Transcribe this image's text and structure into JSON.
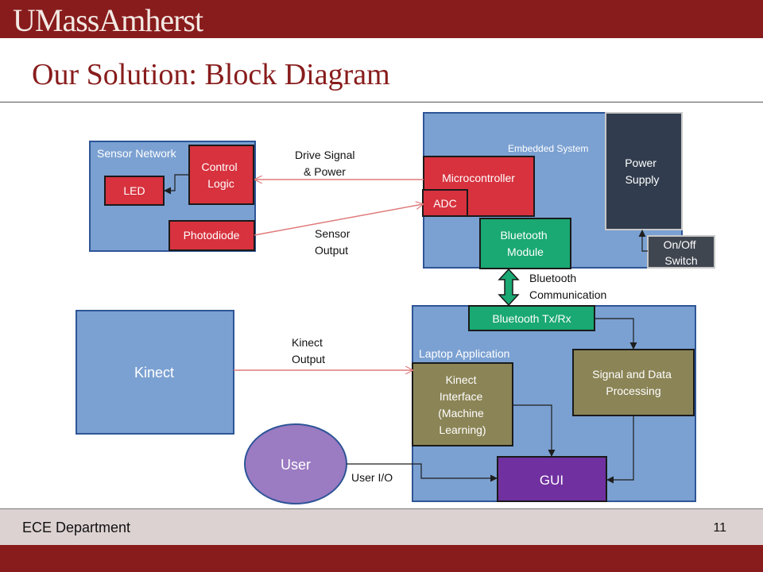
{
  "header": {
    "logo_text": "UMassAmherst",
    "title": "Our Solution: Block Diagram"
  },
  "footer": {
    "department": "ECE Department",
    "page_number": "11"
  },
  "diagram": {
    "groups": {
      "sensor_network": "Sensor Network",
      "embedded_system": "Embedded System",
      "laptop_application": "Laptop Application"
    },
    "blocks": {
      "led": "LED",
      "control_logic": [
        "Control",
        "Logic"
      ],
      "photodiode": "Photodiode",
      "microcontroller": "Microcontroller",
      "adc": "ADC",
      "power_supply": [
        "Power",
        "Supply"
      ],
      "bluetooth_module": [
        "Bluetooth",
        "Module"
      ],
      "on_off_switch": [
        "On/Off",
        "Switch"
      ],
      "bluetooth_txrx": "Bluetooth Tx/Rx",
      "kinect": "Kinect",
      "kinect_interface": [
        "Kinect",
        "Interface",
        "(Machine",
        "Learning)"
      ],
      "signal_processing": [
        "Signal and Data",
        "Processing"
      ],
      "gui": "GUI",
      "user": "User"
    },
    "labels": {
      "drive_signal": [
        "Drive Signal",
        "& Power"
      ],
      "sensor_output": [
        "Sensor",
        "Output"
      ],
      "bluetooth_comm": [
        "Bluetooth",
        "Communication"
      ],
      "kinect_output": [
        "Kinect",
        "Output"
      ],
      "user_io": "User I/O"
    },
    "colors": {
      "group_fill": "#7ba1d2",
      "group_stroke": "#2e5597",
      "red_block": "#d7323e",
      "green_block": "#1aa873",
      "olive_block": "#8b8456",
      "power_block": "#313d4e",
      "switch_block": "#404650",
      "gui_block": "#7030a0",
      "user_fill": "#9b7bc2",
      "arrow_red": "#e07a7a",
      "arrow_dark": "#1e1e1e"
    }
  }
}
